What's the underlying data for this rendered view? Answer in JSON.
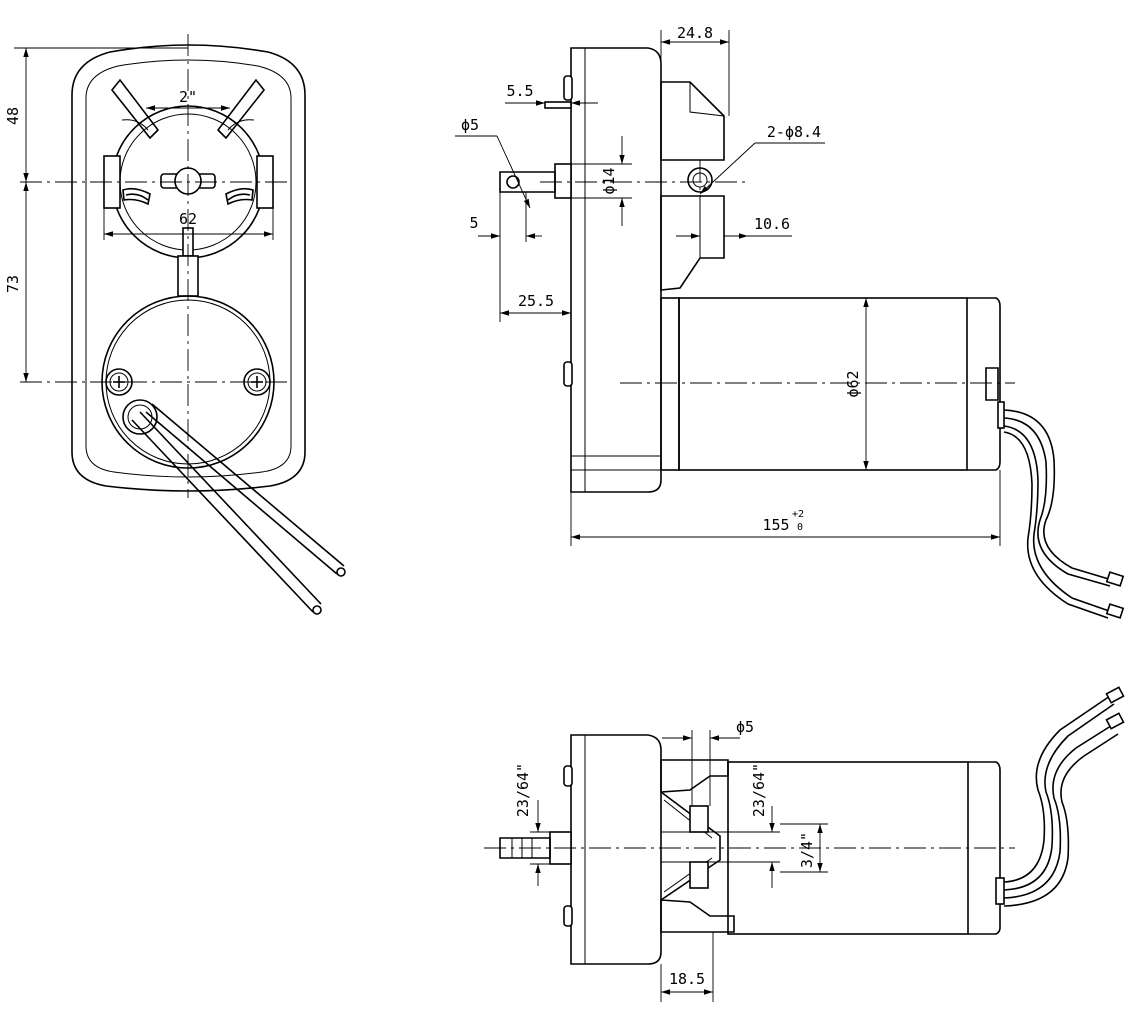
{
  "front_view": {
    "dim_height_top": "48",
    "dim_height_bottom": "73",
    "dim_hole_spacing": "2\"",
    "dim_mount_width": "62"
  },
  "side_view": {
    "dim_gearbox_depth": "24.8",
    "dim_shaft_step": "5.5",
    "dim_pin_dia": "ϕ5",
    "dim_mount_holes": "2-ϕ8.4",
    "dim_shaft_dia": "ϕ14",
    "dim_pin_offset": "5",
    "dim_flange": "10.6",
    "dim_shaft_length": "25.5",
    "dim_motor_dia": "ϕ62",
    "dim_total_length": "155",
    "dim_total_tol_plus": "+2",
    "dim_total_tol_minus": "0"
  },
  "bottom_view": {
    "dim_pin_dia": "ϕ5",
    "dim_left_offset": "23/64\"",
    "dim_right_offset": "23/64\"",
    "dim_shaft": "3/4\"",
    "dim_flange_width": "18.5"
  }
}
